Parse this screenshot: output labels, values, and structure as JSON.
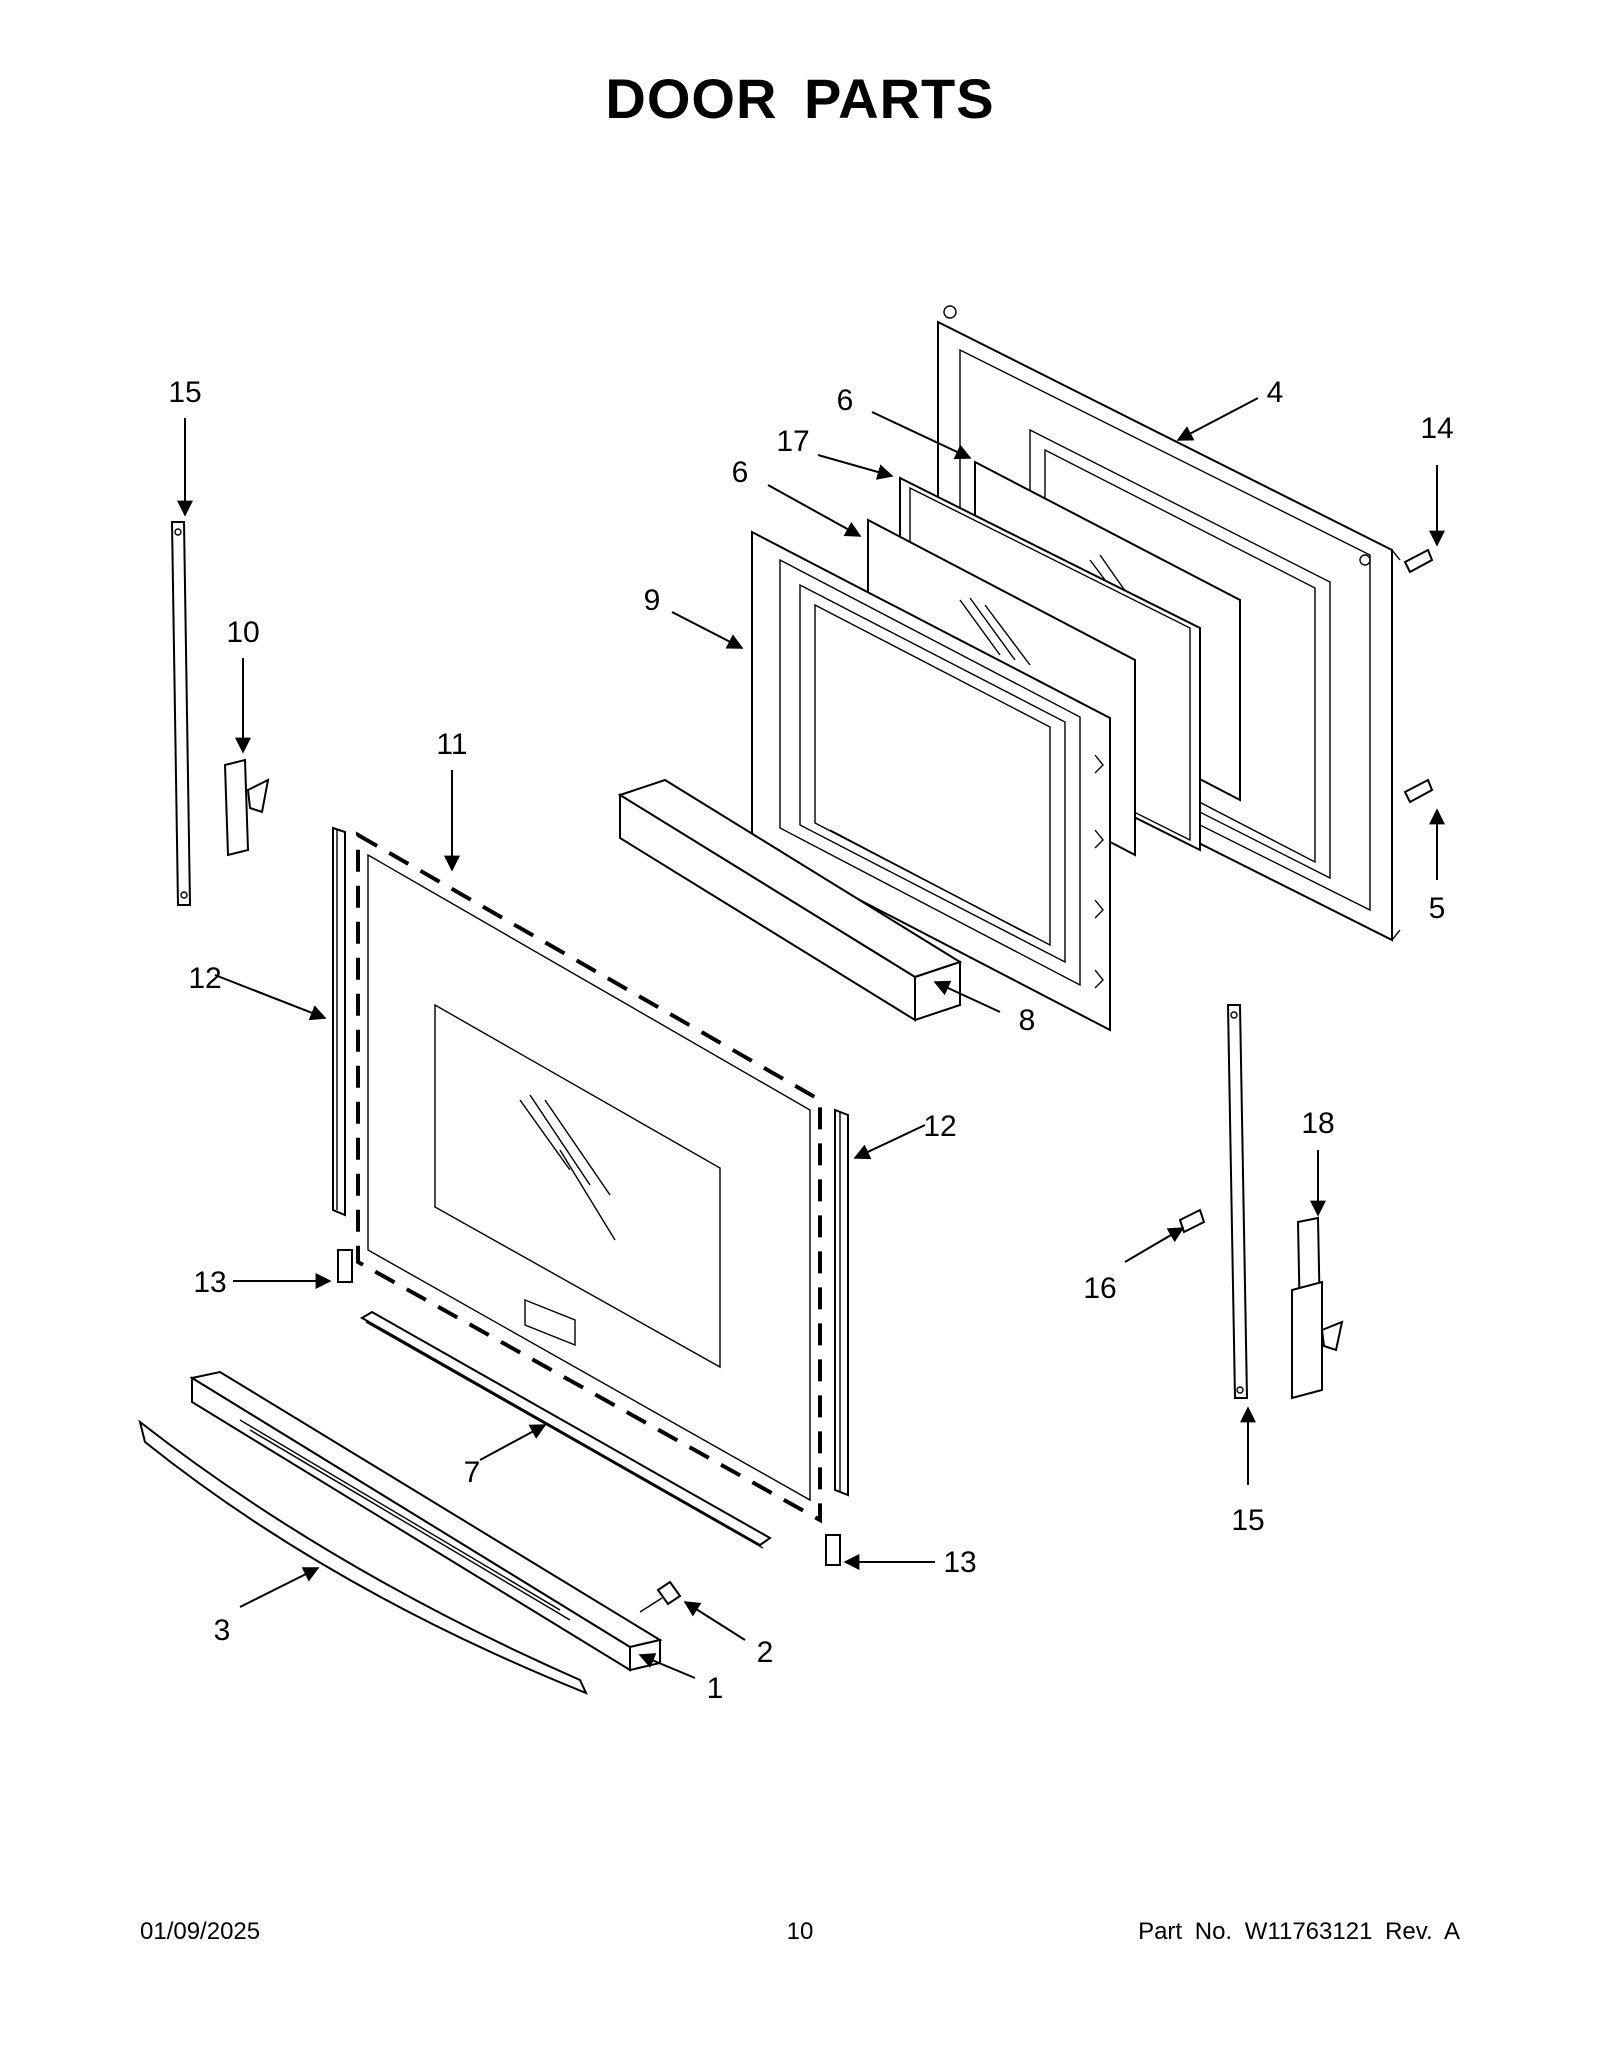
{
  "title": "DOOR PARTS",
  "callouts": {
    "c1": "1",
    "c2": "2",
    "c3": "3",
    "c4": "4",
    "c5": "5",
    "c6a": "6",
    "c6b": "6",
    "c7": "7",
    "c8": "8",
    "c9": "9",
    "c10": "10",
    "c11": "11",
    "c12a": "12",
    "c12b": "12",
    "c13a": "13",
    "c13b": "13",
    "c14": "14",
    "c15a": "15",
    "c15b": "15",
    "c16": "16",
    "c17": "17",
    "c18": "18"
  },
  "footer": {
    "date": "01/09/2025",
    "page": "10",
    "part_no": "Part No.  W11763121  Rev.  A"
  }
}
